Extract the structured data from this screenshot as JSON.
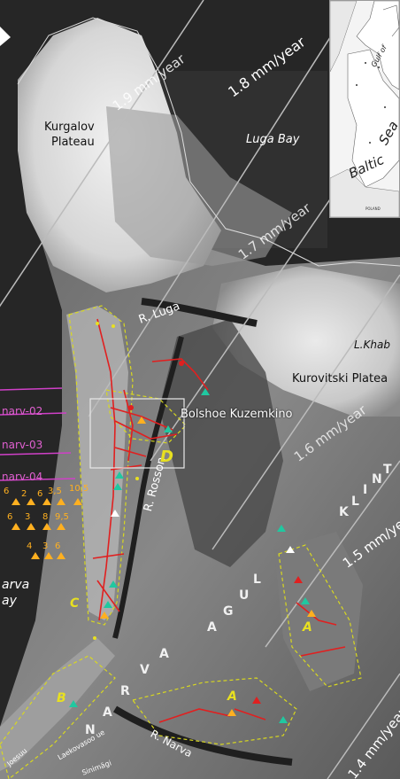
{
  "map": {
    "isolines": [
      {
        "label": "1.9 mm/year",
        "rotate": -36
      },
      {
        "label": "1.8 mm/year",
        "rotate": -36
      },
      {
        "label": "1.7 mm/year",
        "rotate": -36
      },
      {
        "label": "1.6 mm/year",
        "rotate": -36
      },
      {
        "label": "1.5 mm/year",
        "rotate": -36
      },
      {
        "label": "1.4 mm/year",
        "rotate": -36
      }
    ],
    "places": {
      "kurgalov": "Kurgalov",
      "plateau": "Plateau",
      "luga_bay": "Luga Bay",
      "r_luga": "R. Luga",
      "l_khab": "L.Khab",
      "kurovitski": "Kurovitski Platea",
      "bolshoe": "Bolshoe Kuzemkino",
      "r_rosson": "R. Rosson",
      "r_narva": "R. Narva",
      "arva": "arva",
      "ay": "ay",
      "laeko": "Laekovasoo ue",
      "sinimagi": "Sinimägi",
      "joesuu": "Joesuu"
    },
    "klint_letters": [
      "K",
      "L",
      "I",
      "N",
      "T"
    ],
    "luga_letters": [
      "L",
      "U",
      "G",
      "A"
    ],
    "narva_letters": [
      "N",
      "A",
      "R",
      "V",
      "A"
    ],
    "zones": {
      "a1": "A",
      "a2": "A",
      "b": "B",
      "c": "C",
      "d": "D"
    },
    "profiles": [
      "narv-02",
      "narv-03",
      "narv-04"
    ],
    "depth_rows": [
      [
        "6",
        "2",
        "6",
        "3,5",
        "10,5"
      ],
      [
        "6",
        "3",
        "8",
        "9,5"
      ],
      [
        "4",
        "3",
        "6"
      ]
    ]
  },
  "inset": {
    "gulf_label": "Gulf of",
    "baltic": "Baltic",
    "sea": "Sea",
    "country_label": "POLAND"
  },
  "colors": {
    "isoline": "#bbbbbb",
    "zone_outline": "#d8d820",
    "fault": "#e02020",
    "profile": "#d040c8",
    "marker_green": "#20c8a0",
    "marker_orange": "#ffb020"
  }
}
